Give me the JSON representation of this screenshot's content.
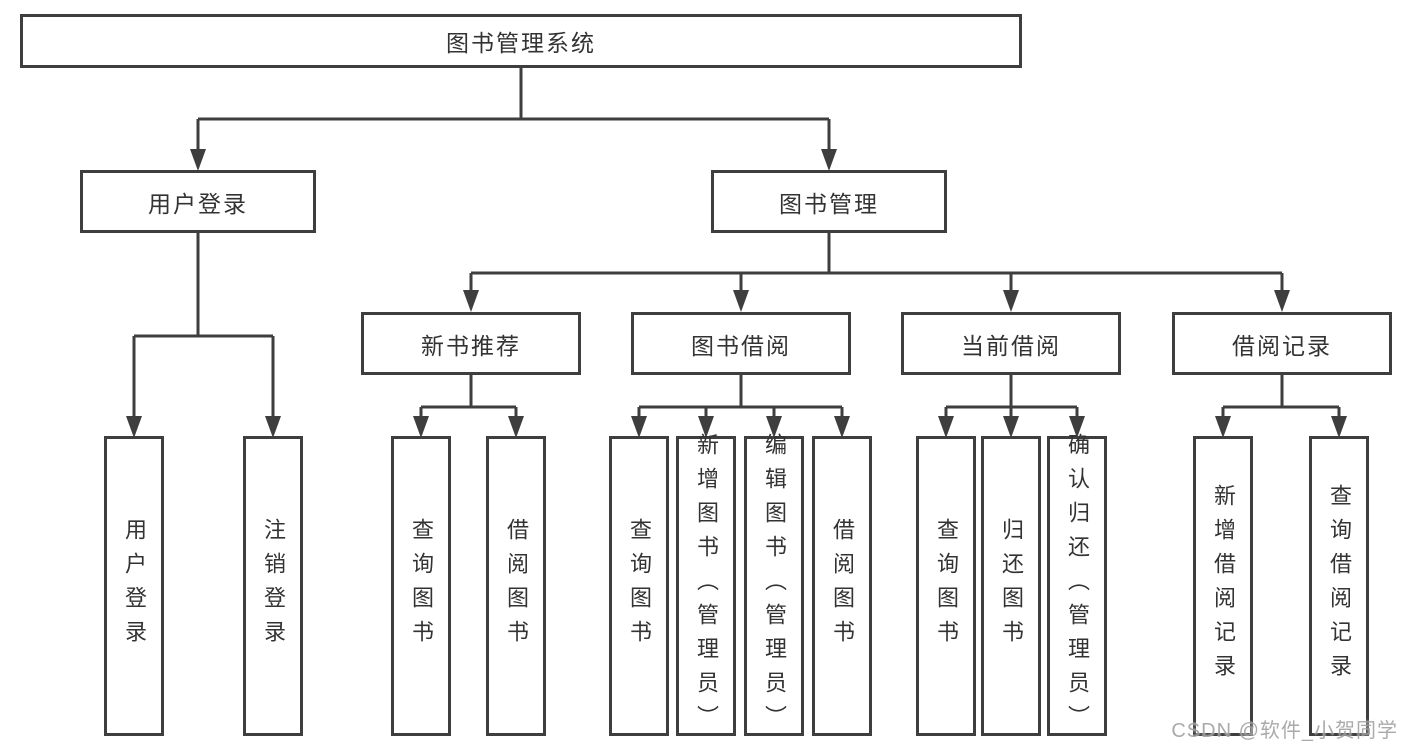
{
  "diagram": {
    "title": "图书管理系统",
    "user_login": {
      "label": "用户登录",
      "children": [
        {
          "label": "用户登录"
        },
        {
          "label": "注销登录"
        }
      ]
    },
    "book_management": {
      "label": "图书管理",
      "modules": [
        {
          "label": "新书推荐",
          "children": [
            {
              "label": "查询图书"
            },
            {
              "label": "借阅图书"
            }
          ]
        },
        {
          "label": "图书借阅",
          "children": [
            {
              "label": "查询图书"
            },
            {
              "label": "新增图书（管理员）"
            },
            {
              "label": "编辑图书（管理员）"
            },
            {
              "label": "借阅图书"
            }
          ]
        },
        {
          "label": "当前借阅",
          "children": [
            {
              "label": "查询图书"
            },
            {
              "label": "归还图书"
            },
            {
              "label": "确认归还（管理员）"
            }
          ]
        },
        {
          "label": "借阅记录",
          "children": [
            {
              "label": "新增借阅记录"
            },
            {
              "label": "查询借阅记录"
            }
          ]
        }
      ]
    }
  },
  "watermark": {
    "text": "CSDN @软件_小贺同学"
  },
  "colors": {
    "line": "#3e3e3e",
    "text": "#333333",
    "watermark": "#9f9f9f",
    "background": "#ffffff"
  }
}
